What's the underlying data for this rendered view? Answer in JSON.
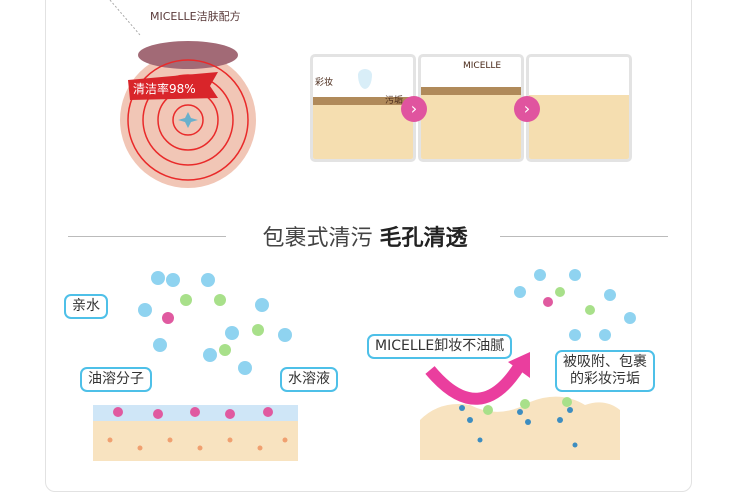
{
  "top": {
    "brand_arc": "MICELLE洁肤配方",
    "ribbon": "清洁率98%",
    "panel1_labels": [
      "彩妆",
      "污垢"
    ],
    "panel2_label": "MICELLE",
    "arrow_glyph": "›"
  },
  "heading": {
    "light": "包裹式清污 ",
    "bold": "毛孔清透"
  },
  "left_diagram": {
    "hydrophilic": "亲水",
    "oil_soluble": "油溶分子",
    "water_solution": "水溶液"
  },
  "right_diagram": {
    "micelle": "MICELLE卸妆不油腻",
    "adsorbed_line1": "被吸附、包裹",
    "adsorbed_line2": "的彩妆污垢"
  },
  "colors": {
    "accent_pink": "#e0549f",
    "label_border": "#4ec0e8",
    "skin": "#f8e3c0"
  }
}
